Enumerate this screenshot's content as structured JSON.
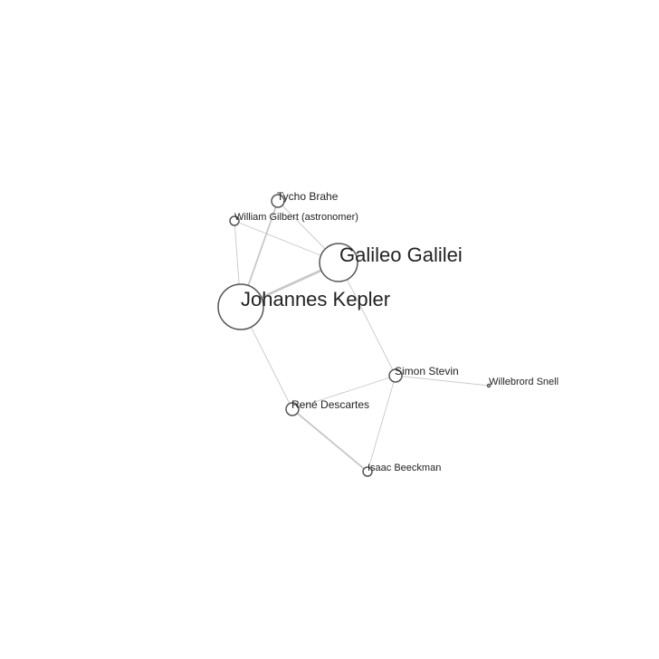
{
  "graph": {
    "nodes": [
      {
        "id": "kepler",
        "label": "Johannes Kepler",
        "size": "xl"
      },
      {
        "id": "galileo",
        "label": "Galileo Galilei",
        "size": "lg"
      },
      {
        "id": "brahe",
        "label": "Tycho Brahe",
        "size": "sm"
      },
      {
        "id": "gilbert",
        "label": "William Gilbert (astronomer)",
        "size": "xs"
      },
      {
        "id": "stevin",
        "label": "Simon Stevin",
        "size": "sm"
      },
      {
        "id": "descartes",
        "label": "René Descartes",
        "size": "sm"
      },
      {
        "id": "beeckman",
        "label": "Isaac Beeckman",
        "size": "xs"
      },
      {
        "id": "snell",
        "label": "Willebrord Snell",
        "size": "xxs"
      }
    ],
    "edges": [
      {
        "source": "kepler",
        "target": "galileo",
        "weight": 3
      },
      {
        "source": "kepler",
        "target": "brahe",
        "weight": 2
      },
      {
        "source": "kepler",
        "target": "gilbert",
        "weight": 1
      },
      {
        "source": "kepler",
        "target": "descartes",
        "weight": 1
      },
      {
        "source": "galileo",
        "target": "brahe",
        "weight": 1
      },
      {
        "source": "galileo",
        "target": "gilbert",
        "weight": 1
      },
      {
        "source": "galileo",
        "target": "stevin",
        "weight": 1
      },
      {
        "source": "stevin",
        "target": "descartes",
        "weight": 1
      },
      {
        "source": "stevin",
        "target": "beeckman",
        "weight": 1
      },
      {
        "source": "stevin",
        "target": "snell",
        "weight": 1
      },
      {
        "source": "descartes",
        "target": "beeckman",
        "weight": 2
      }
    ]
  }
}
